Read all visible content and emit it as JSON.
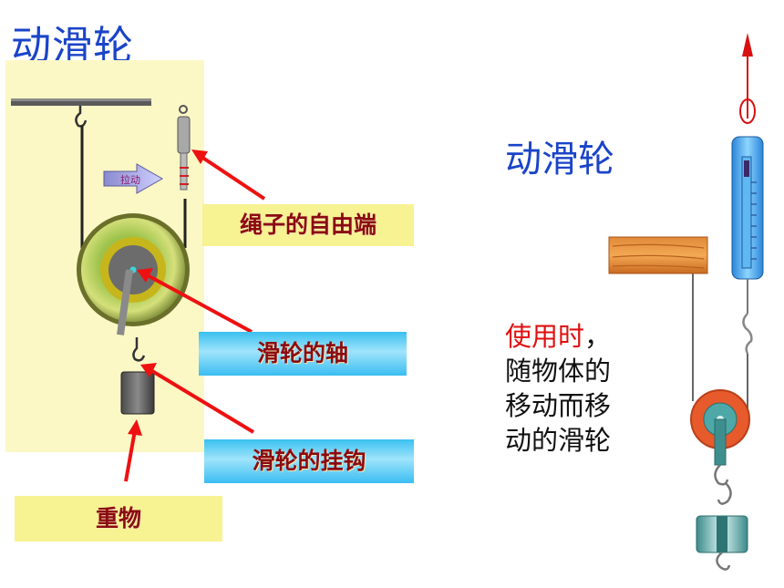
{
  "title": "动滑轮",
  "labels": {
    "rope_free_end": "绳子的自由端",
    "pulley_axle": "滑轮的轴",
    "pulley_hook": "滑轮的挂钩",
    "weight": "重物"
  },
  "right_panel": {
    "title": "动滑轮",
    "desc_red": "使用时",
    "desc_comma": "，",
    "desc_line2": "随物体的",
    "desc_line3": "移动而移",
    "desc_line4": "动的滑轮"
  },
  "arrow_badge": "拉动",
  "colors": {
    "title_blue": "#1a44c8",
    "label_text": "#8b0a12",
    "arrow_red": "#ee1111",
    "panel_yellow": "#fbf8c6"
  }
}
